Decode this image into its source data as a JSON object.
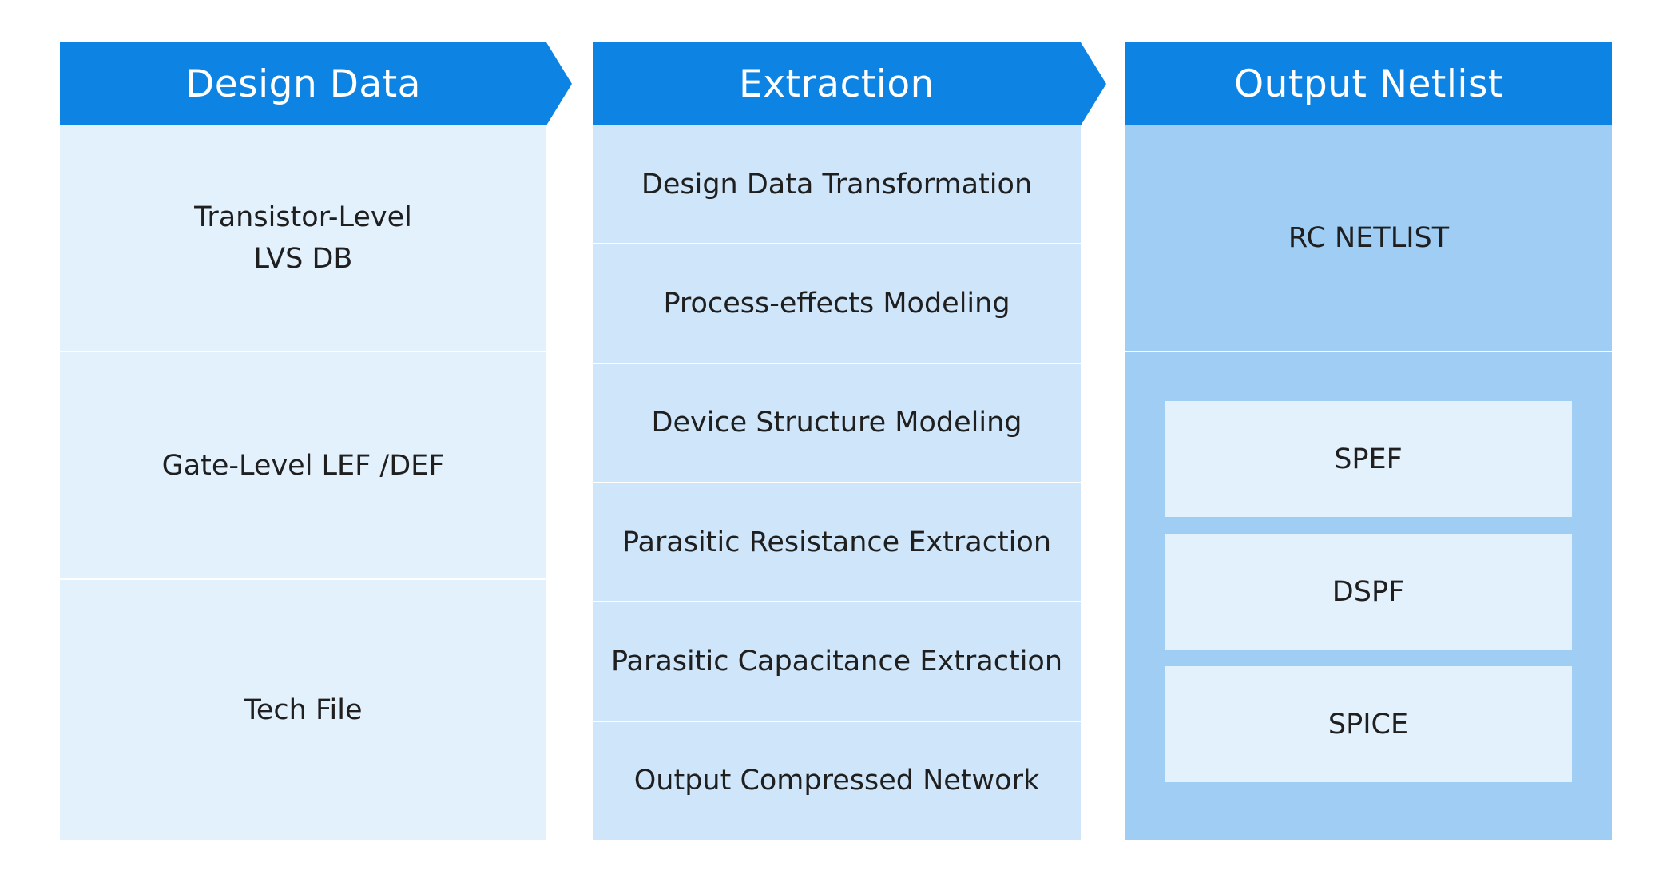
{
  "columns": {
    "design_data": {
      "header": "Design Data",
      "items": [
        "Transistor-Level\nLVS DB",
        "Gate-Level LEF /DEF",
        "Tech File"
      ]
    },
    "extraction": {
      "header": "Extraction",
      "steps": [
        "Design Data Transformation",
        "Process-effects Modeling",
        "Device Structure Modeling",
        "Parasitic Resistance Extraction",
        "Parasitic Capacitance Extraction",
        "Output Compressed Network"
      ]
    },
    "output_netlist": {
      "header": "Output Netlist",
      "netlist": "RC NETLIST",
      "formats": [
        "SPEF",
        "DSPF",
        "SPICE"
      ]
    }
  },
  "colors": {
    "header": "#0d84e4",
    "design_cells": "#e3f1fd",
    "extraction_cells": "#cfe5f9",
    "output_cells": "#9fcdf4"
  }
}
